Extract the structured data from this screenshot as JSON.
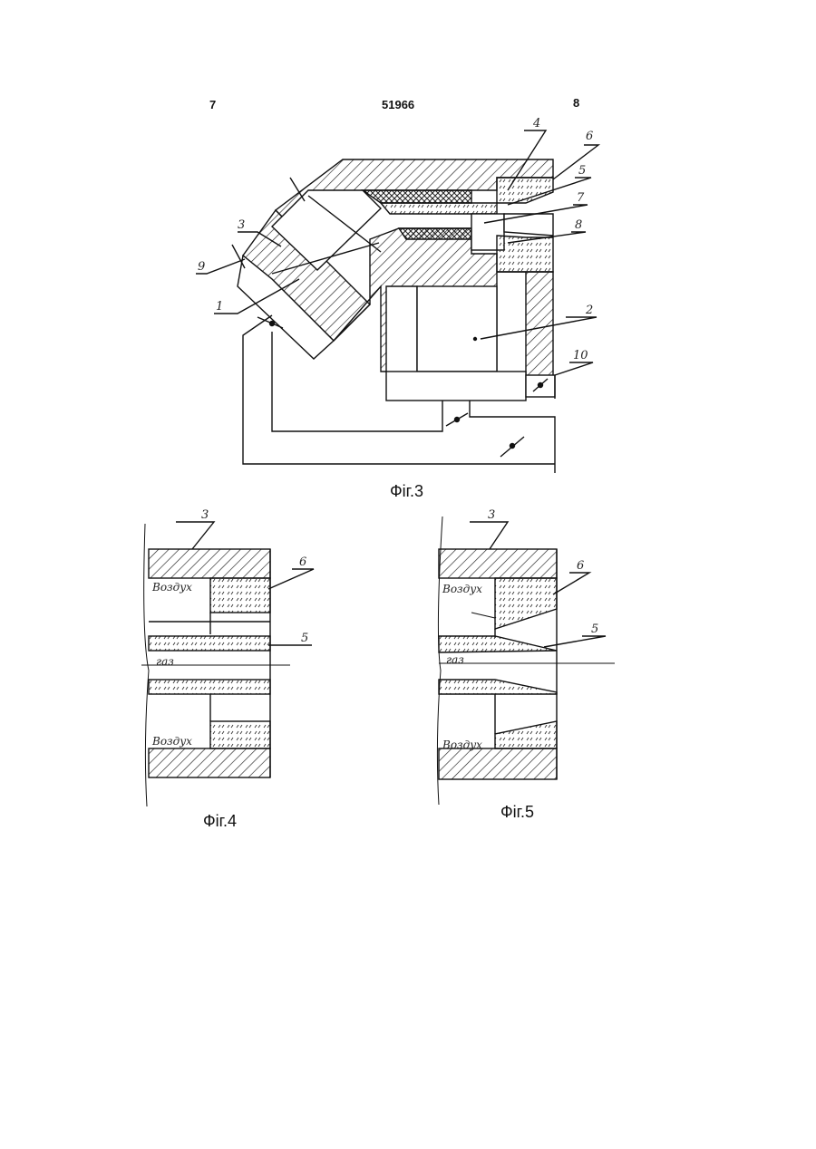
{
  "header": {
    "page_left": "7",
    "patent_number": "51966",
    "page_right": "8"
  },
  "figures": {
    "fig3": {
      "caption": "Фіг.3",
      "callouts": [
        "4",
        "6",
        "5",
        "7",
        "8",
        "3",
        "9",
        "1",
        "2",
        "10"
      ]
    },
    "fig4": {
      "caption": "Фіг.4",
      "callouts": [
        "3",
        "6",
        "5"
      ],
      "labels": {
        "air_top": "Воздух",
        "gas": "газ",
        "air_bottom": "Воздух"
      }
    },
    "fig5": {
      "caption": "Фіг.5",
      "callouts": [
        "3",
        "6",
        "5"
      ],
      "labels": {
        "air_top": "Воздух",
        "gas": "газ",
        "air_bottom": "Воздух"
      }
    }
  },
  "colors": {
    "ink": "#111111",
    "paper": "#ffffff"
  }
}
